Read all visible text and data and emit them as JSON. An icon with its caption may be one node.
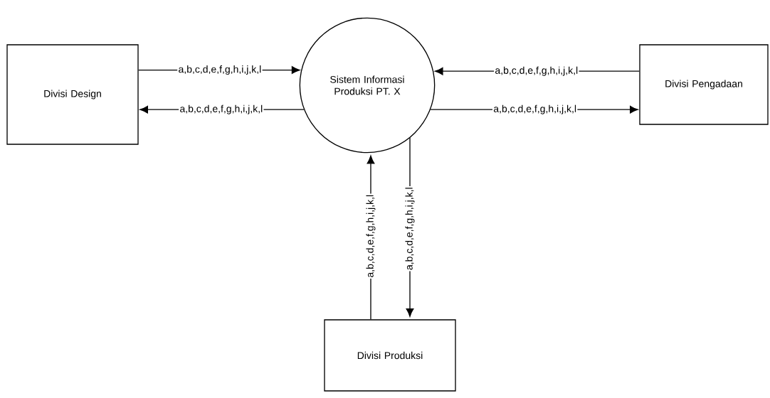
{
  "diagram": {
    "nodes": [
      {
        "text": [
          "Divisi Design"
        ]
      },
      {
        "text": [
          "Sistem Informasi Produksi PT. X"
        ]
      },
      {
        "text": [
          "Divisi Pengadaan"
        ]
      },
      {
        "text": [
          "Divisi Produksi"
        ]
      }
    ],
    "edges": [
      {
        "from": 0,
        "to": 1,
        "arrow": "to",
        "label": "a,b,c,d,e,f,g,h,i,j,k,l"
      },
      {
        "from": 1,
        "to": 0,
        "arrow": "to",
        "label": "a,b,c,d,e,f,g,h,i,j,k,l"
      },
      {
        "from": 2,
        "to": 1,
        "arrow": "to",
        "label": "a,b,c,d,e,f,g,h,i,j,k,l"
      },
      {
        "from": 1,
        "to": 2,
        "arrow": "to",
        "label": "a,b,c,d,e,f,g,h,i,j,k,l"
      },
      {
        "from": 3,
        "to": 1,
        "arrow": "to",
        "label": "a,b,c,d,e,f,g,h,i,j,k,l"
      },
      {
        "from": 1,
        "to": 3,
        "arrow": "to",
        "label": "a,b,c,d,e,f,g,h,i,j,k,l"
      }
    ]
  }
}
